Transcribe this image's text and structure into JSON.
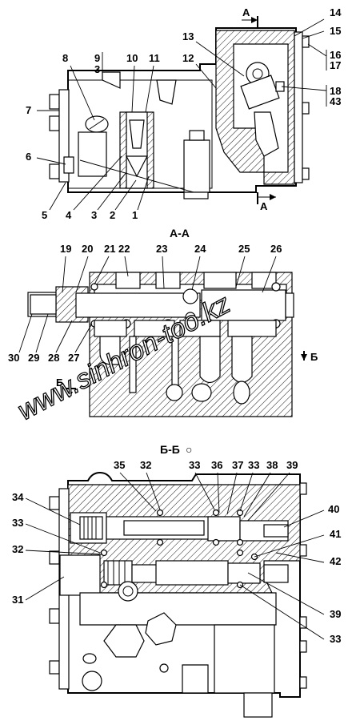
{
  "views": {
    "top": {
      "section_marker": "А",
      "section_marker_bottom": "А",
      "callouts": [
        "14",
        "15",
        "16",
        "17",
        "13",
        "12",
        "8",
        "9",
        "3",
        "10",
        "11",
        "18",
        "43",
        "7",
        "6",
        "5",
        "4",
        "3",
        "2",
        "1"
      ]
    },
    "middle": {
      "title": "А-А",
      "callouts": [
        "19",
        "20",
        "21",
        "22",
        "23",
        "24",
        "25",
        "26",
        "30",
        "29",
        "28",
        "27"
      ],
      "section_marker": "Б",
      "section_marker_left": "Б"
    },
    "bottom": {
      "title": "Б-Б",
      "title_symbol": "○",
      "callouts": [
        "35",
        "32",
        "33",
        "36",
        "37",
        "33",
        "38",
        "39",
        "34",
        "40",
        "33",
        "41",
        "32",
        "42",
        "31",
        "39",
        "33"
      ]
    }
  },
  "watermark": "www.sinhron-too.kz"
}
